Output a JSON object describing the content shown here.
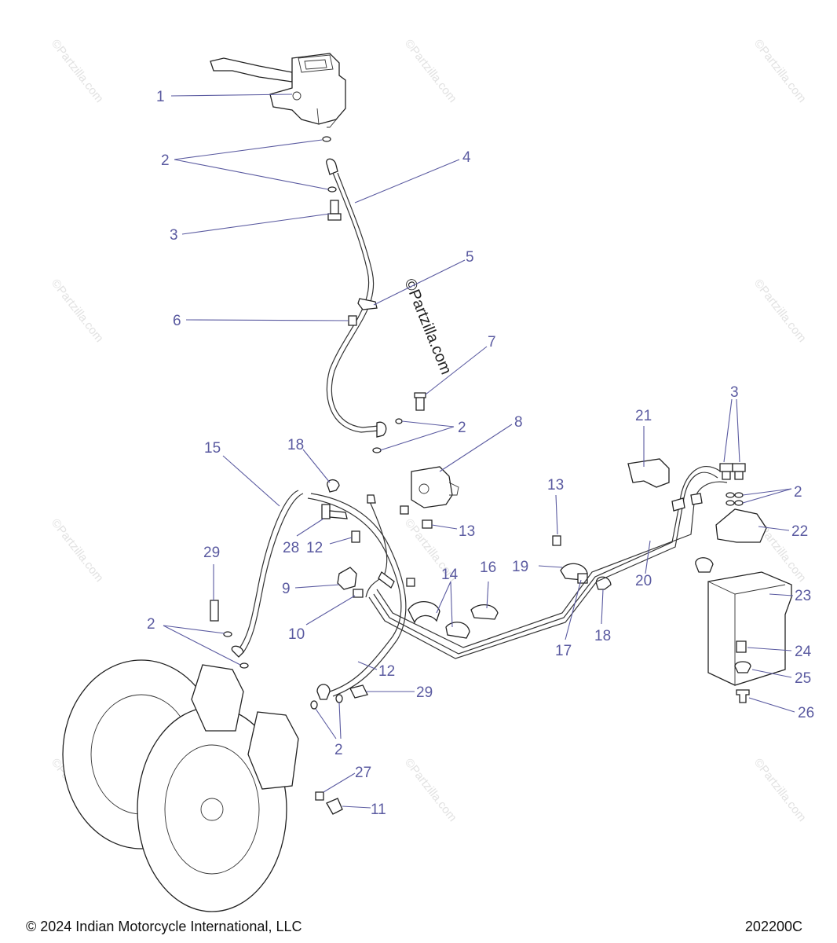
{
  "watermarks": {
    "tile_text": "©Partzilla.com",
    "center_text": "©Partzilla.com"
  },
  "callouts": [
    "1",
    "2",
    "3",
    "4",
    "5",
    "6",
    "7",
    "2",
    "8",
    "3",
    "2",
    "2",
    "21",
    "15",
    "18",
    "13",
    "13",
    "22",
    "28",
    "12",
    "19",
    "20",
    "9",
    "10",
    "14",
    "16",
    "23",
    "29",
    "17",
    "18",
    "2",
    "12",
    "29",
    "24",
    "25",
    "26",
    "2",
    "27",
    "11"
  ],
  "footer": {
    "copyright": "© 2024 Indian Motorcycle International, LLC",
    "diagram_code": "202200C"
  },
  "colors": {
    "callout": "#5a5aa0",
    "line_art": "#222222",
    "watermark": "#e2e2e2"
  }
}
